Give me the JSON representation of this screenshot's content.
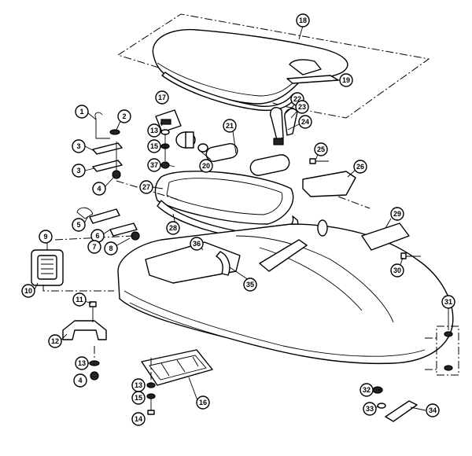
{
  "diagram": {
    "callouts": [
      {
        "id": "c1",
        "label": "1"
      },
      {
        "id": "c2",
        "label": "2"
      },
      {
        "id": "c3a",
        "label": "3"
      },
      {
        "id": "c3b",
        "label": "3"
      },
      {
        "id": "c4a",
        "label": "4"
      },
      {
        "id": "c4b",
        "label": "4"
      },
      {
        "id": "c5",
        "label": "5"
      },
      {
        "id": "c6",
        "label": "6"
      },
      {
        "id": "c7",
        "label": "7"
      },
      {
        "id": "c8",
        "label": "8"
      },
      {
        "id": "c9",
        "label": "9"
      },
      {
        "id": "c10",
        "label": "10"
      },
      {
        "id": "c11",
        "label": "11"
      },
      {
        "id": "c12",
        "label": "12"
      },
      {
        "id": "c13a",
        "label": "13"
      },
      {
        "id": "c13b",
        "label": "13"
      },
      {
        "id": "c13c",
        "label": "13"
      },
      {
        "id": "c14",
        "label": "14"
      },
      {
        "id": "c15a",
        "label": "15"
      },
      {
        "id": "c15b",
        "label": "15"
      },
      {
        "id": "c16",
        "label": "16"
      },
      {
        "id": "c17",
        "label": "17"
      },
      {
        "id": "c18",
        "label": "18"
      },
      {
        "id": "c19",
        "label": "19"
      },
      {
        "id": "c20",
        "label": "20"
      },
      {
        "id": "c21",
        "label": "21"
      },
      {
        "id": "c22",
        "label": "22"
      },
      {
        "id": "c23",
        "label": "23"
      },
      {
        "id": "c24",
        "label": "24"
      },
      {
        "id": "c25",
        "label": "25"
      },
      {
        "id": "c26",
        "label": "26"
      },
      {
        "id": "c27",
        "label": "27"
      },
      {
        "id": "c28",
        "label": "28"
      },
      {
        "id": "c29",
        "label": "29"
      },
      {
        "id": "c30",
        "label": "30"
      },
      {
        "id": "c31",
        "label": "31"
      },
      {
        "id": "c32",
        "label": "32"
      },
      {
        "id": "c33",
        "label": "33"
      },
      {
        "id": "c34",
        "label": "34"
      },
      {
        "id": "c35",
        "label": "35"
      },
      {
        "id": "c36",
        "label": "36"
      },
      {
        "id": "c37",
        "label": "37"
      }
    ]
  }
}
